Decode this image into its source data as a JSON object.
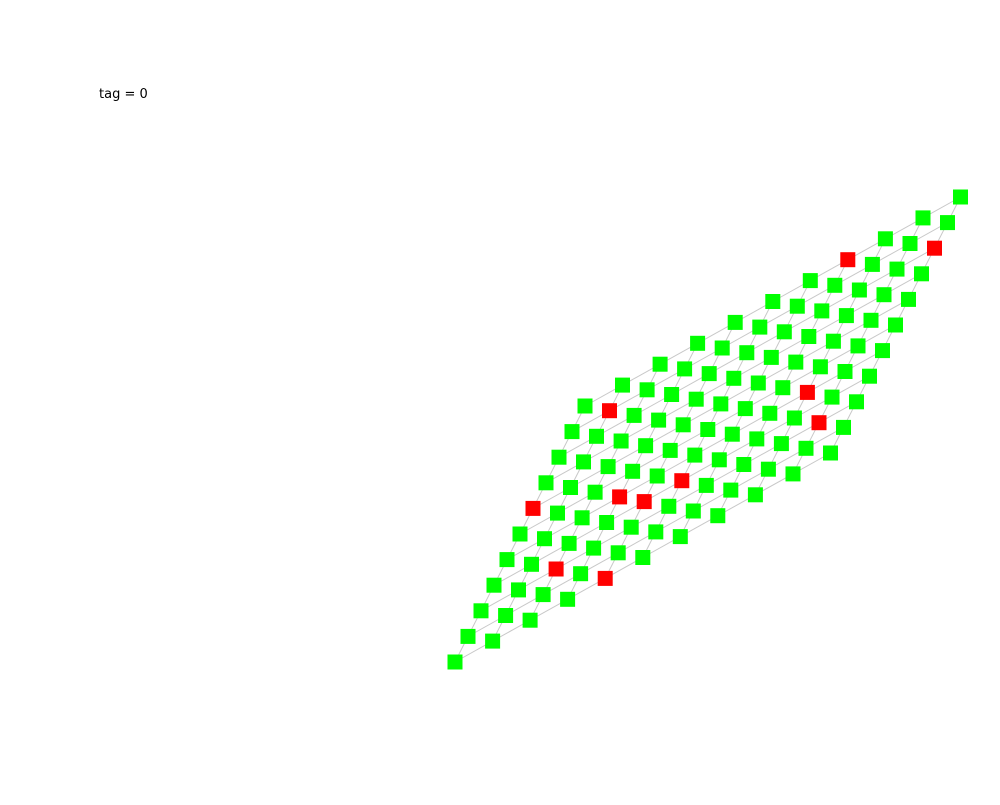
{
  "label": "tag = 0",
  "graph": {
    "type": "square lattice graph",
    "rows": 11,
    "cols": 11,
    "colors": {
      "healthy": "#00ff00",
      "infected": "#ff0000",
      "edge": "#c8c8c8",
      "background": "#ffffff"
    },
    "red_nodes": [
      [
        0,
        4
      ],
      [
        2,
        2
      ],
      [
        2,
        9
      ],
      [
        3,
        4
      ],
      [
        3,
        5
      ],
      [
        4,
        3
      ],
      [
        4,
        8
      ],
      [
        6,
        0
      ],
      [
        8,
        10
      ],
      [
        9,
        1
      ],
      [
        10,
        7
      ]
    ]
  }
}
